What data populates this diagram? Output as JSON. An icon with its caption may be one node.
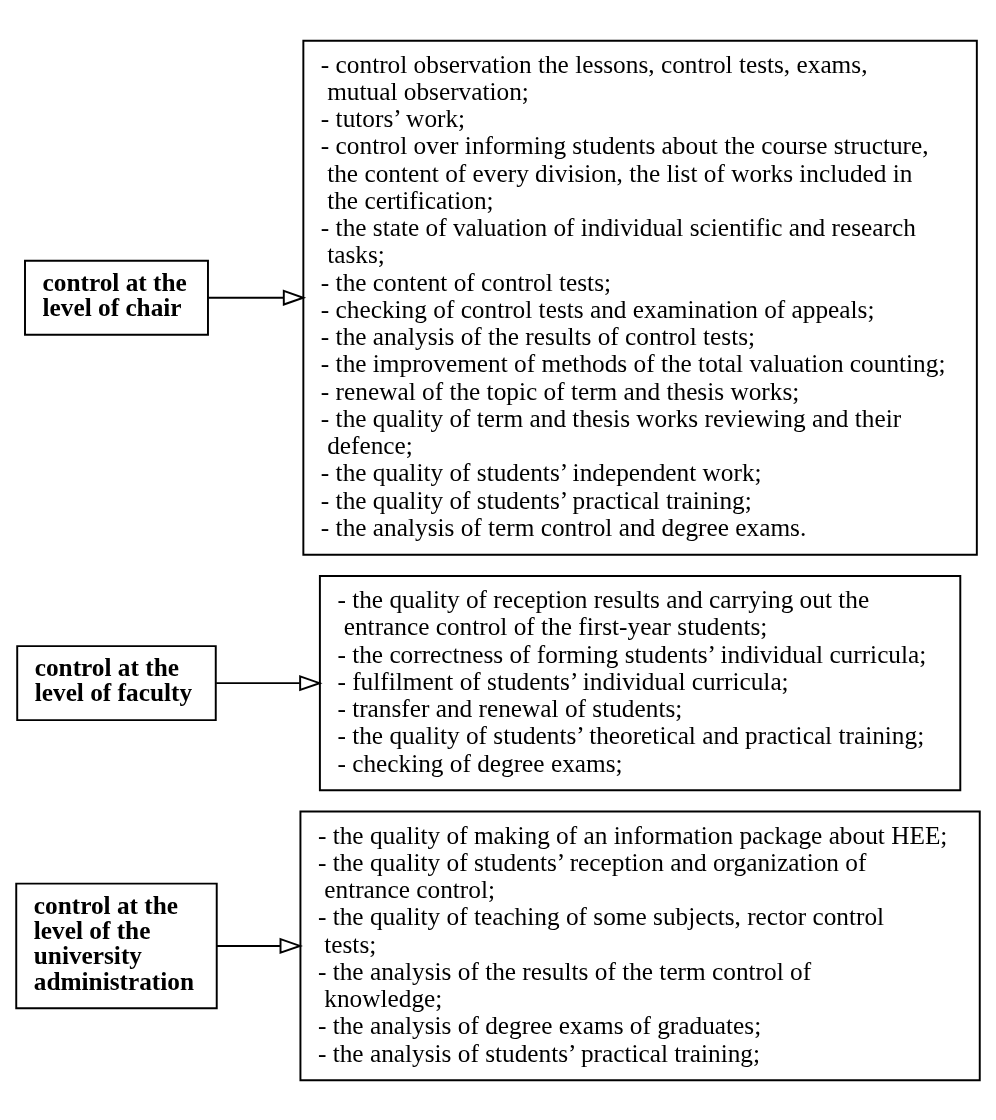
{
  "diagram": {
    "nodes": [
      {
        "text": [
          "control at the level of the university administration"
        ]
      },
      {
        "text": [
          "- the quality of making of an information package about HEE;",
          "- the quality of students’ reception and organization of entrance control;",
          "- the quality of teaching of some subjects, rector control tests;",
          "- the analysis of the results of the term control of knowledge;",
          "- the analysis of degree exams of graduates;",
          "- the analysis of students’ practical training;"
        ]
      },
      {
        "text": [
          "control at the level of faculty"
        ]
      },
      {
        "text": [
          "- the quality of reception results and carrying out the entrance control of the first-year students;",
          "- the correctness of forming students’ individual curricula;",
          "- fulfilment of students’ individual curricula;",
          "- transfer and renewal of students;",
          "- the quality of students’ theoretical and practical training;",
          "- checking of degree exams;"
        ]
      },
      {
        "text": [
          "control at the level of chair"
        ]
      },
      {
        "text": [
          "- control observation the lessons, control tests, exams, mutual observation;",
          "- tutors’ work;",
          "- control over informing students about the course structure, the content of every division, the list of works included in the certification;",
          "- the state of valuation of individual scientific and research tasks;",
          "- the content of control tests;",
          "- checking of control tests and examination of appeals;",
          "- the analysis of the results of control tests;",
          "- the improvement of methods of the total valuation counting;",
          "- renewal of the topic of term and thesis works;",
          "- the quality of term and thesis works reviewing and their defence;",
          "- the quality of students’ independent work;",
          "- the quality of students’ practical training;",
          "- the analysis of term control and degree exams."
        ]
      }
    ],
    "edges": [
      {
        "from": 0,
        "to": 1,
        "arrow": "to"
      },
      {
        "from": 2,
        "to": 3,
        "arrow": "to"
      },
      {
        "from": 4,
        "to": 5,
        "arrow": "to"
      }
    ]
  }
}
